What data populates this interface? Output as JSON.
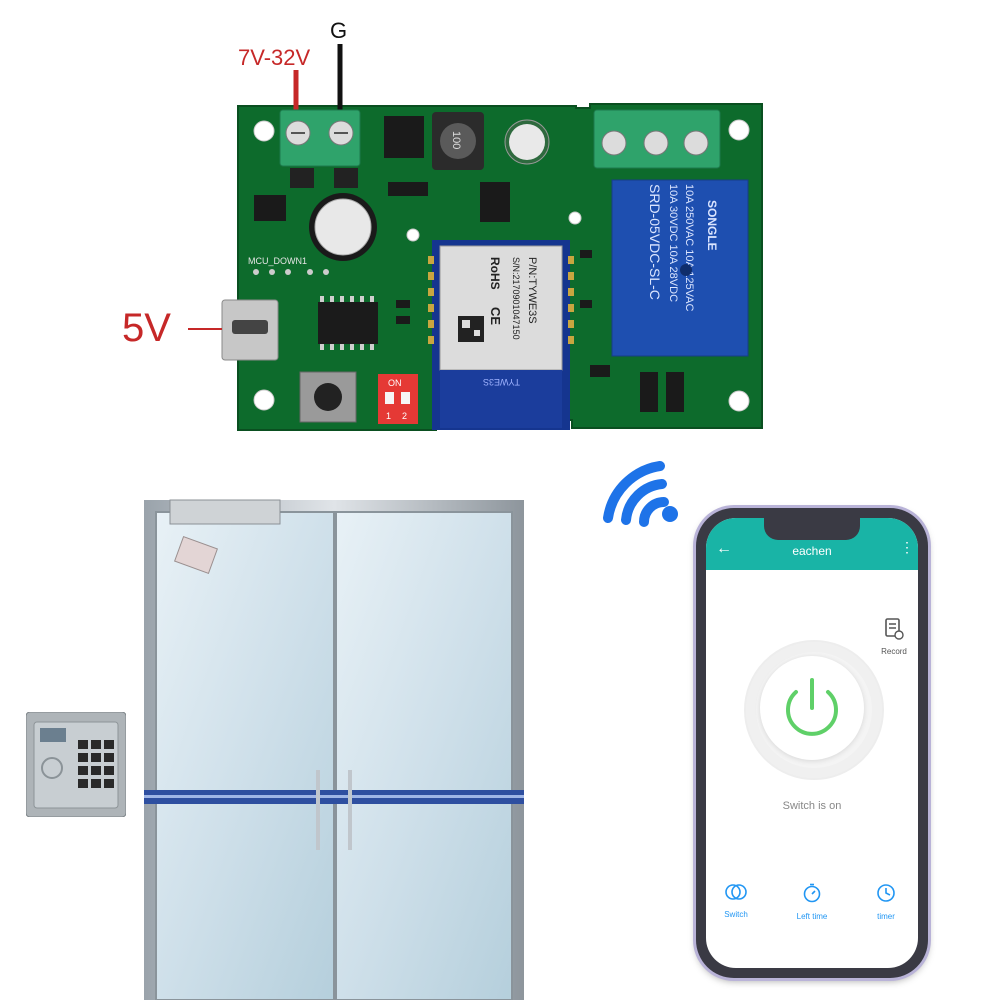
{
  "pcb": {
    "vin_label": "7V-32V",
    "ground_label": "G",
    "usb_label": "5V",
    "module_pn": "P/N:TYWE3S",
    "module_sn": "S/N:2170901047150",
    "module_rohs": "RoHS",
    "module_ce": "CE",
    "module_name": "TYWE3S",
    "relay_brand": "SONGLE",
    "relay_specs": [
      "10A 250VAC 10A 125VAC",
      "10A 30VDC 10A 28VDC",
      "SRD-05VDC-SL-C"
    ],
    "silk_mcu": "MCU_DOWN1",
    "dip_on": "ON",
    "dip_1": "1",
    "dip_2": "2",
    "inductor": "100",
    "colors": {
      "board": "#0d6b2c",
      "terminal": "#2fa36b",
      "relay": "#1e4fb0",
      "wire_red": "#c62828"
    }
  },
  "phone": {
    "app_title": "eachen",
    "record_label": "Record",
    "status": "Switch is on",
    "tabs": [
      {
        "label": "Switch",
        "icon": "switch-icon"
      },
      {
        "label": "Left time",
        "icon": "stopwatch-icon"
      },
      {
        "label": "timer",
        "icon": "clock-icon"
      }
    ],
    "colors": {
      "appbar": "#19b4a6",
      "power": "#5fd068",
      "tab": "#2196f3"
    }
  },
  "wifi": {
    "color": "#1e73e8"
  }
}
